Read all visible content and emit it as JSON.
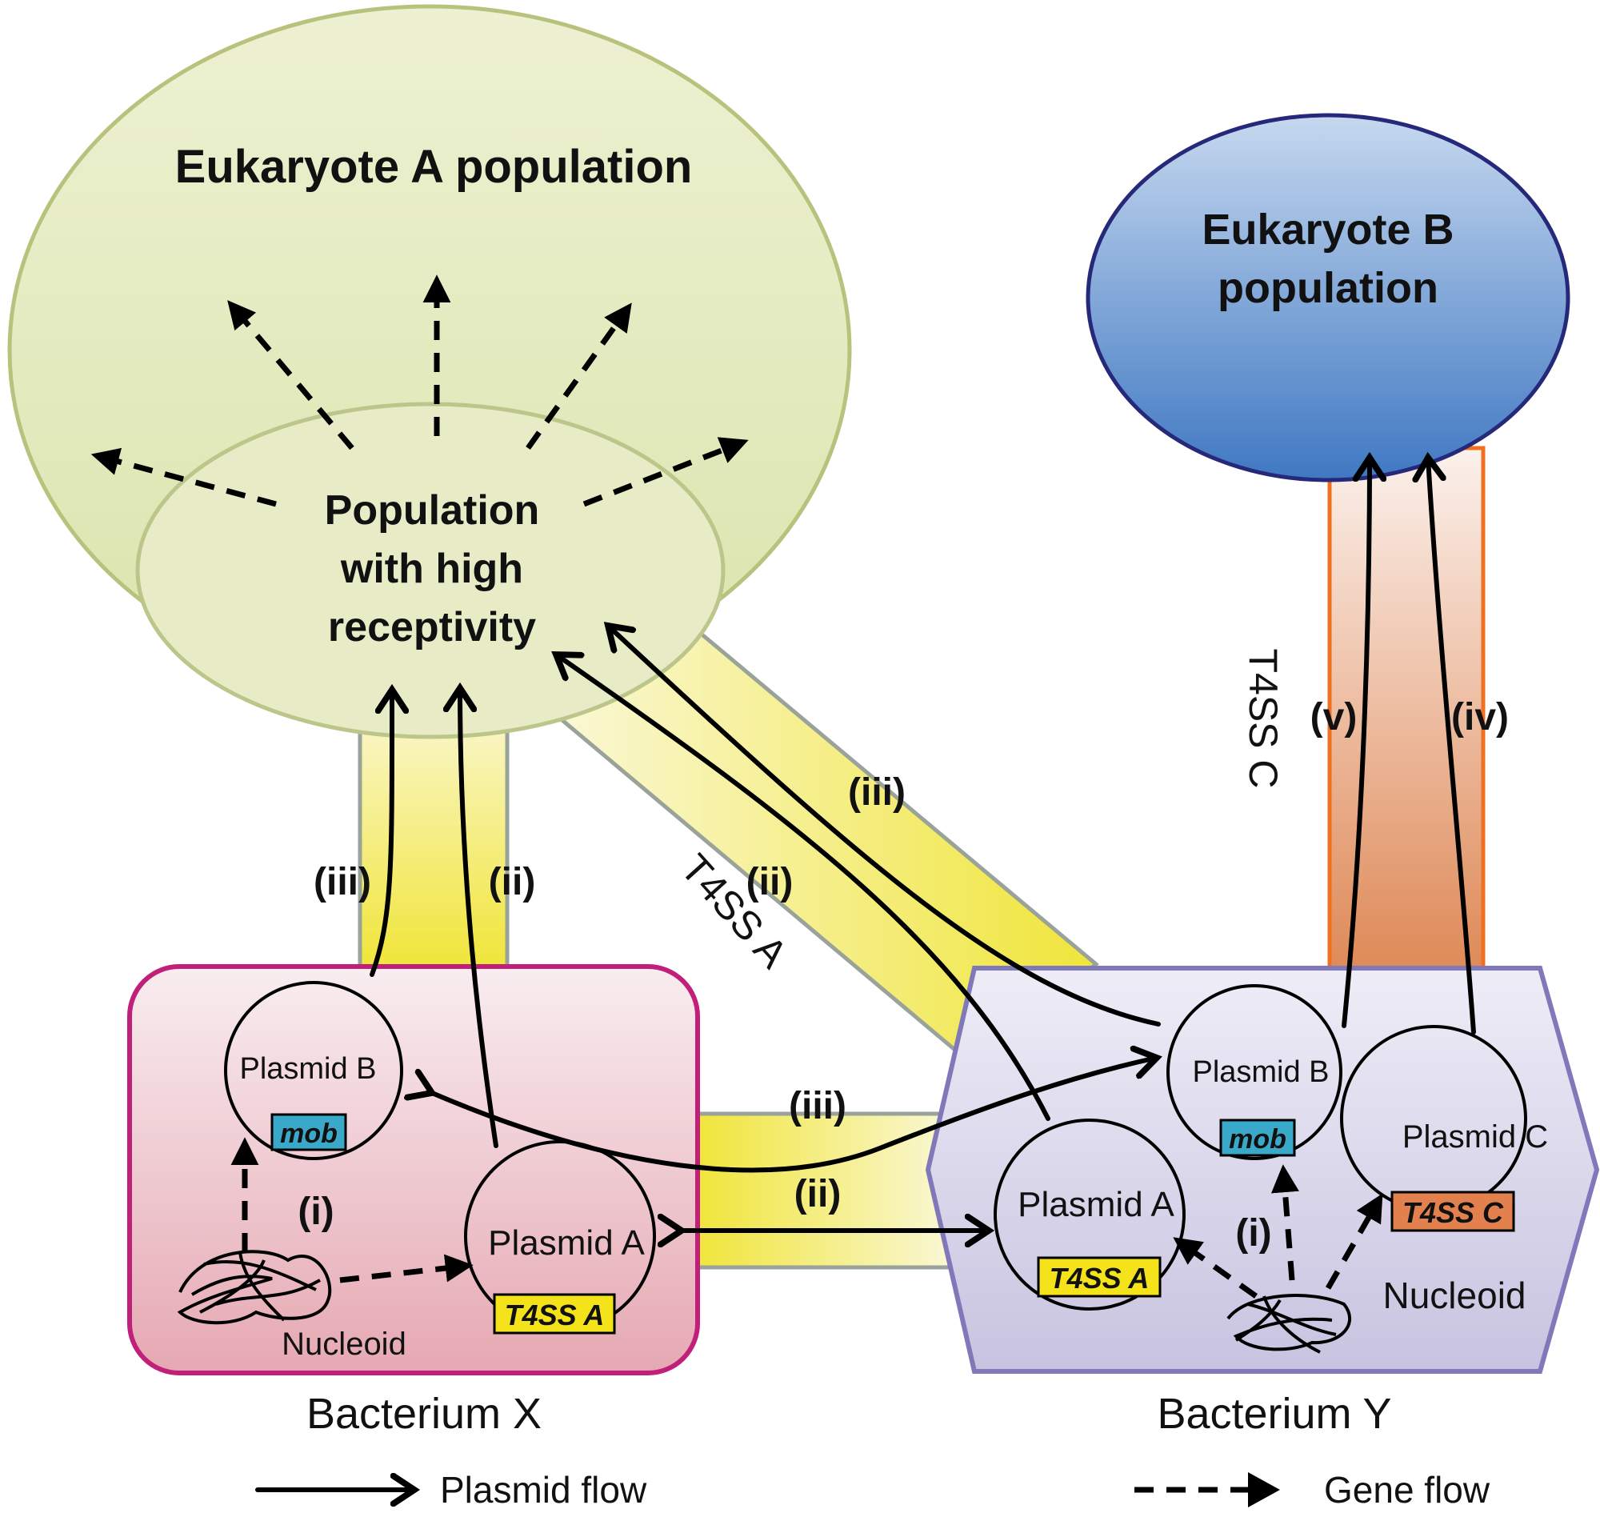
{
  "nodes": {
    "euk_a_title": "Eukaryote A population",
    "receptive": [
      "Population",
      "with high",
      "receptivity"
    ],
    "euk_b_title": [
      "Eukaryote B",
      "population"
    ],
    "bacterium_x": "Bacterium X",
    "bacterium_y": "Bacterium Y",
    "plasmid_b": "Plasmid B",
    "plasmid_a": "Plasmid A",
    "plasmid_c": "Plasmid C",
    "nucleoid": "Nucleoid",
    "mob": "mob",
    "t4ss_a_gene": "T4SS A",
    "t4ss_c_gene": "T4SS C"
  },
  "channels": {
    "t4ss_a": "T4SS A",
    "t4ss_c": "T4SS C"
  },
  "routes": {
    "i": "(i)",
    "ii": "(ii)",
    "iii": "(iii)",
    "iv": "(iv)",
    "v": "(v)"
  },
  "legend": {
    "plasmid_flow": "Plasmid flow",
    "gene_flow": "Gene flow"
  },
  "colors": {
    "euk_a_fill": "#e6ecc4",
    "euk_a_stroke": "#b7c27a",
    "euk_b_fill": "#5d8fc9",
    "euk_b_stroke": "#2a2a7a",
    "bact_x_fill": "#f0c6cc",
    "bact_x_stroke": "#c0207a",
    "bact_y_fill": "#d9d6ea",
    "bact_y_stroke": "#8078b8",
    "mob_box": "#3aa9c9",
    "t4ss_a_box": "#f4e21a",
    "t4ss_c_box": "#e2814e",
    "channel_yellow": "#f0e640",
    "channel_orange": "#e08a5a"
  }
}
